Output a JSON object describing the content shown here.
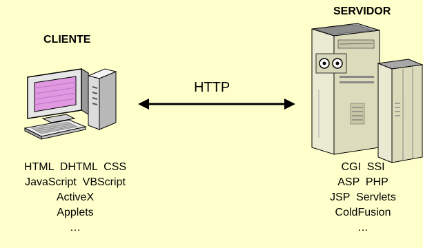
{
  "client": {
    "title": "CLIENTE",
    "technologies": [
      "HTML  DHTML  CSS",
      "JavaScript  VBScript",
      "ActiveX",
      "Applets",
      "…"
    ],
    "icon": "desktop-computer-icon"
  },
  "server": {
    "title": "SERVIDOR",
    "technologies": [
      "CGI  SSI",
      "ASP  PHP",
      "JSP  Servlets",
      "ColdFusion",
      "…"
    ],
    "icon": "server-icon"
  },
  "connection": {
    "label": "HTTP",
    "type": "bidirectional-arrow"
  },
  "colors": {
    "background": "#ffffcc",
    "screen": "#e098e0",
    "case": "#e8e8e8",
    "server_case": "#dcdcbc"
  }
}
